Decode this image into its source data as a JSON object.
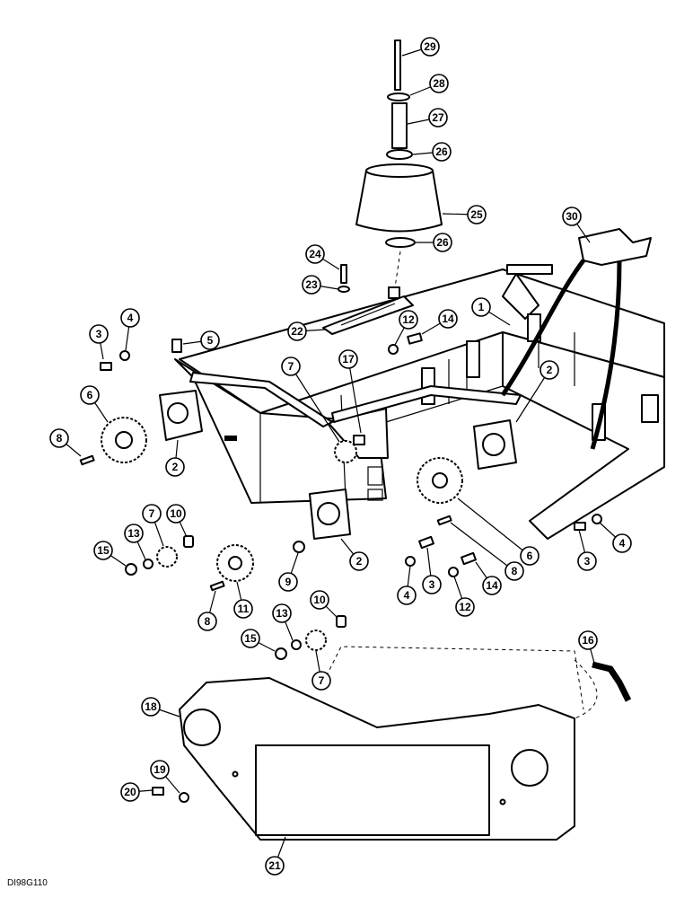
{
  "drawing_id": "DI98G110",
  "callouts": [
    "1",
    "2",
    "3",
    "4",
    "5",
    "6",
    "7",
    "8",
    "9",
    "10",
    "11",
    "12",
    "13",
    "14",
    "15",
    "16",
    "17",
    "18",
    "19",
    "20",
    "21",
    "22",
    "23",
    "24",
    "25",
    "26",
    "27",
    "28",
    "29",
    "30"
  ]
}
